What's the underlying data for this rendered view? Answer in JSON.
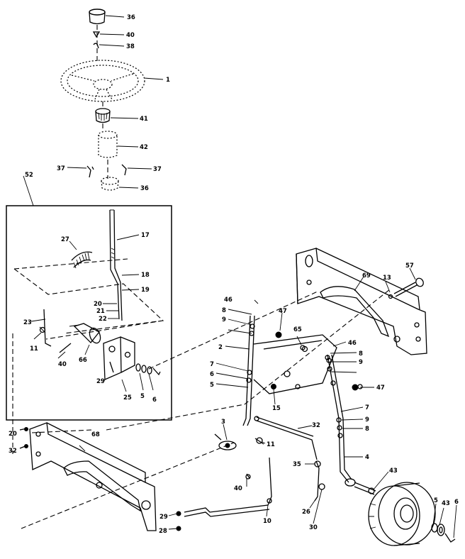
{
  "callouts": [
    {
      "id": "c36a",
      "text": "36"
    },
    {
      "id": "c40a",
      "text": "40"
    },
    {
      "id": "c38",
      "text": "38"
    },
    {
      "id": "c1",
      "text": "1"
    },
    {
      "id": "c41",
      "text": "41"
    },
    {
      "id": "c42",
      "text": "42"
    },
    {
      "id": "c37a",
      "text": "37"
    },
    {
      "id": "c37b",
      "text": "37"
    },
    {
      "id": "c36b",
      "text": "36"
    },
    {
      "id": "c52",
      "text": "52"
    },
    {
      "id": "c17",
      "text": "17"
    },
    {
      "id": "c27",
      "text": "27"
    },
    {
      "id": "c18",
      "text": "18"
    },
    {
      "id": "c19",
      "text": "19"
    },
    {
      "id": "c20",
      "text": "20"
    },
    {
      "id": "c21",
      "text": "21"
    },
    {
      "id": "c22",
      "text": "22"
    },
    {
      "id": "c23",
      "text": "23"
    },
    {
      "id": "c11a",
      "text": "11"
    },
    {
      "id": "c40b",
      "text": "40"
    },
    {
      "id": "c66",
      "text": "66"
    },
    {
      "id": "c29a",
      "text": "29"
    },
    {
      "id": "c25",
      "text": "25"
    },
    {
      "id": "c5a",
      "text": "5"
    },
    {
      "id": "c6a",
      "text": "6"
    },
    {
      "id": "c69",
      "text": "69"
    },
    {
      "id": "c13",
      "text": "13"
    },
    {
      "id": "c57",
      "text": "57"
    },
    {
      "id": "c46",
      "text": "46"
    },
    {
      "id": "c8a",
      "text": "8"
    },
    {
      "id": "c9a",
      "text": "9"
    },
    {
      "id": "c47a",
      "text": "47"
    },
    {
      "id": "c65",
      "text": "65"
    },
    {
      "id": "c2",
      "text": "2"
    },
    {
      "id": "c46b",
      "text": "46"
    },
    {
      "id": "c8b",
      "text": "8"
    },
    {
      "id": "c9b",
      "text": "9"
    },
    {
      "id": "c7a",
      "text": "7"
    },
    {
      "id": "c6b",
      "text": "6"
    },
    {
      "id": "c5b",
      "text": "5"
    },
    {
      "id": "c15",
      "text": "15"
    },
    {
      "id": "c47b",
      "text": "47"
    },
    {
      "id": "c7b",
      "text": "7"
    },
    {
      "id": "c9c",
      "text": "9"
    },
    {
      "id": "c8c",
      "text": "8"
    },
    {
      "id": "c20b",
      "text": "20"
    },
    {
      "id": "c32a",
      "text": "32"
    },
    {
      "id": "c3",
      "text": "3"
    },
    {
      "id": "c32b",
      "text": "32"
    },
    {
      "id": "c68",
      "text": "68"
    },
    {
      "id": "c11b",
      "text": "11"
    },
    {
      "id": "c4",
      "text": "4"
    },
    {
      "id": "c35",
      "text": "35"
    },
    {
      "id": "c43a",
      "text": "43"
    },
    {
      "id": "c40c",
      "text": "40"
    },
    {
      "id": "c5c",
      "text": "5"
    },
    {
      "id": "c43b",
      "text": "43"
    },
    {
      "id": "c6c",
      "text": "6"
    },
    {
      "id": "c29b",
      "text": "29"
    },
    {
      "id": "c10",
      "text": "10"
    },
    {
      "id": "c26",
      "text": "26"
    },
    {
      "id": "c28",
      "text": "28"
    },
    {
      "id": "c30",
      "text": "30"
    }
  ]
}
